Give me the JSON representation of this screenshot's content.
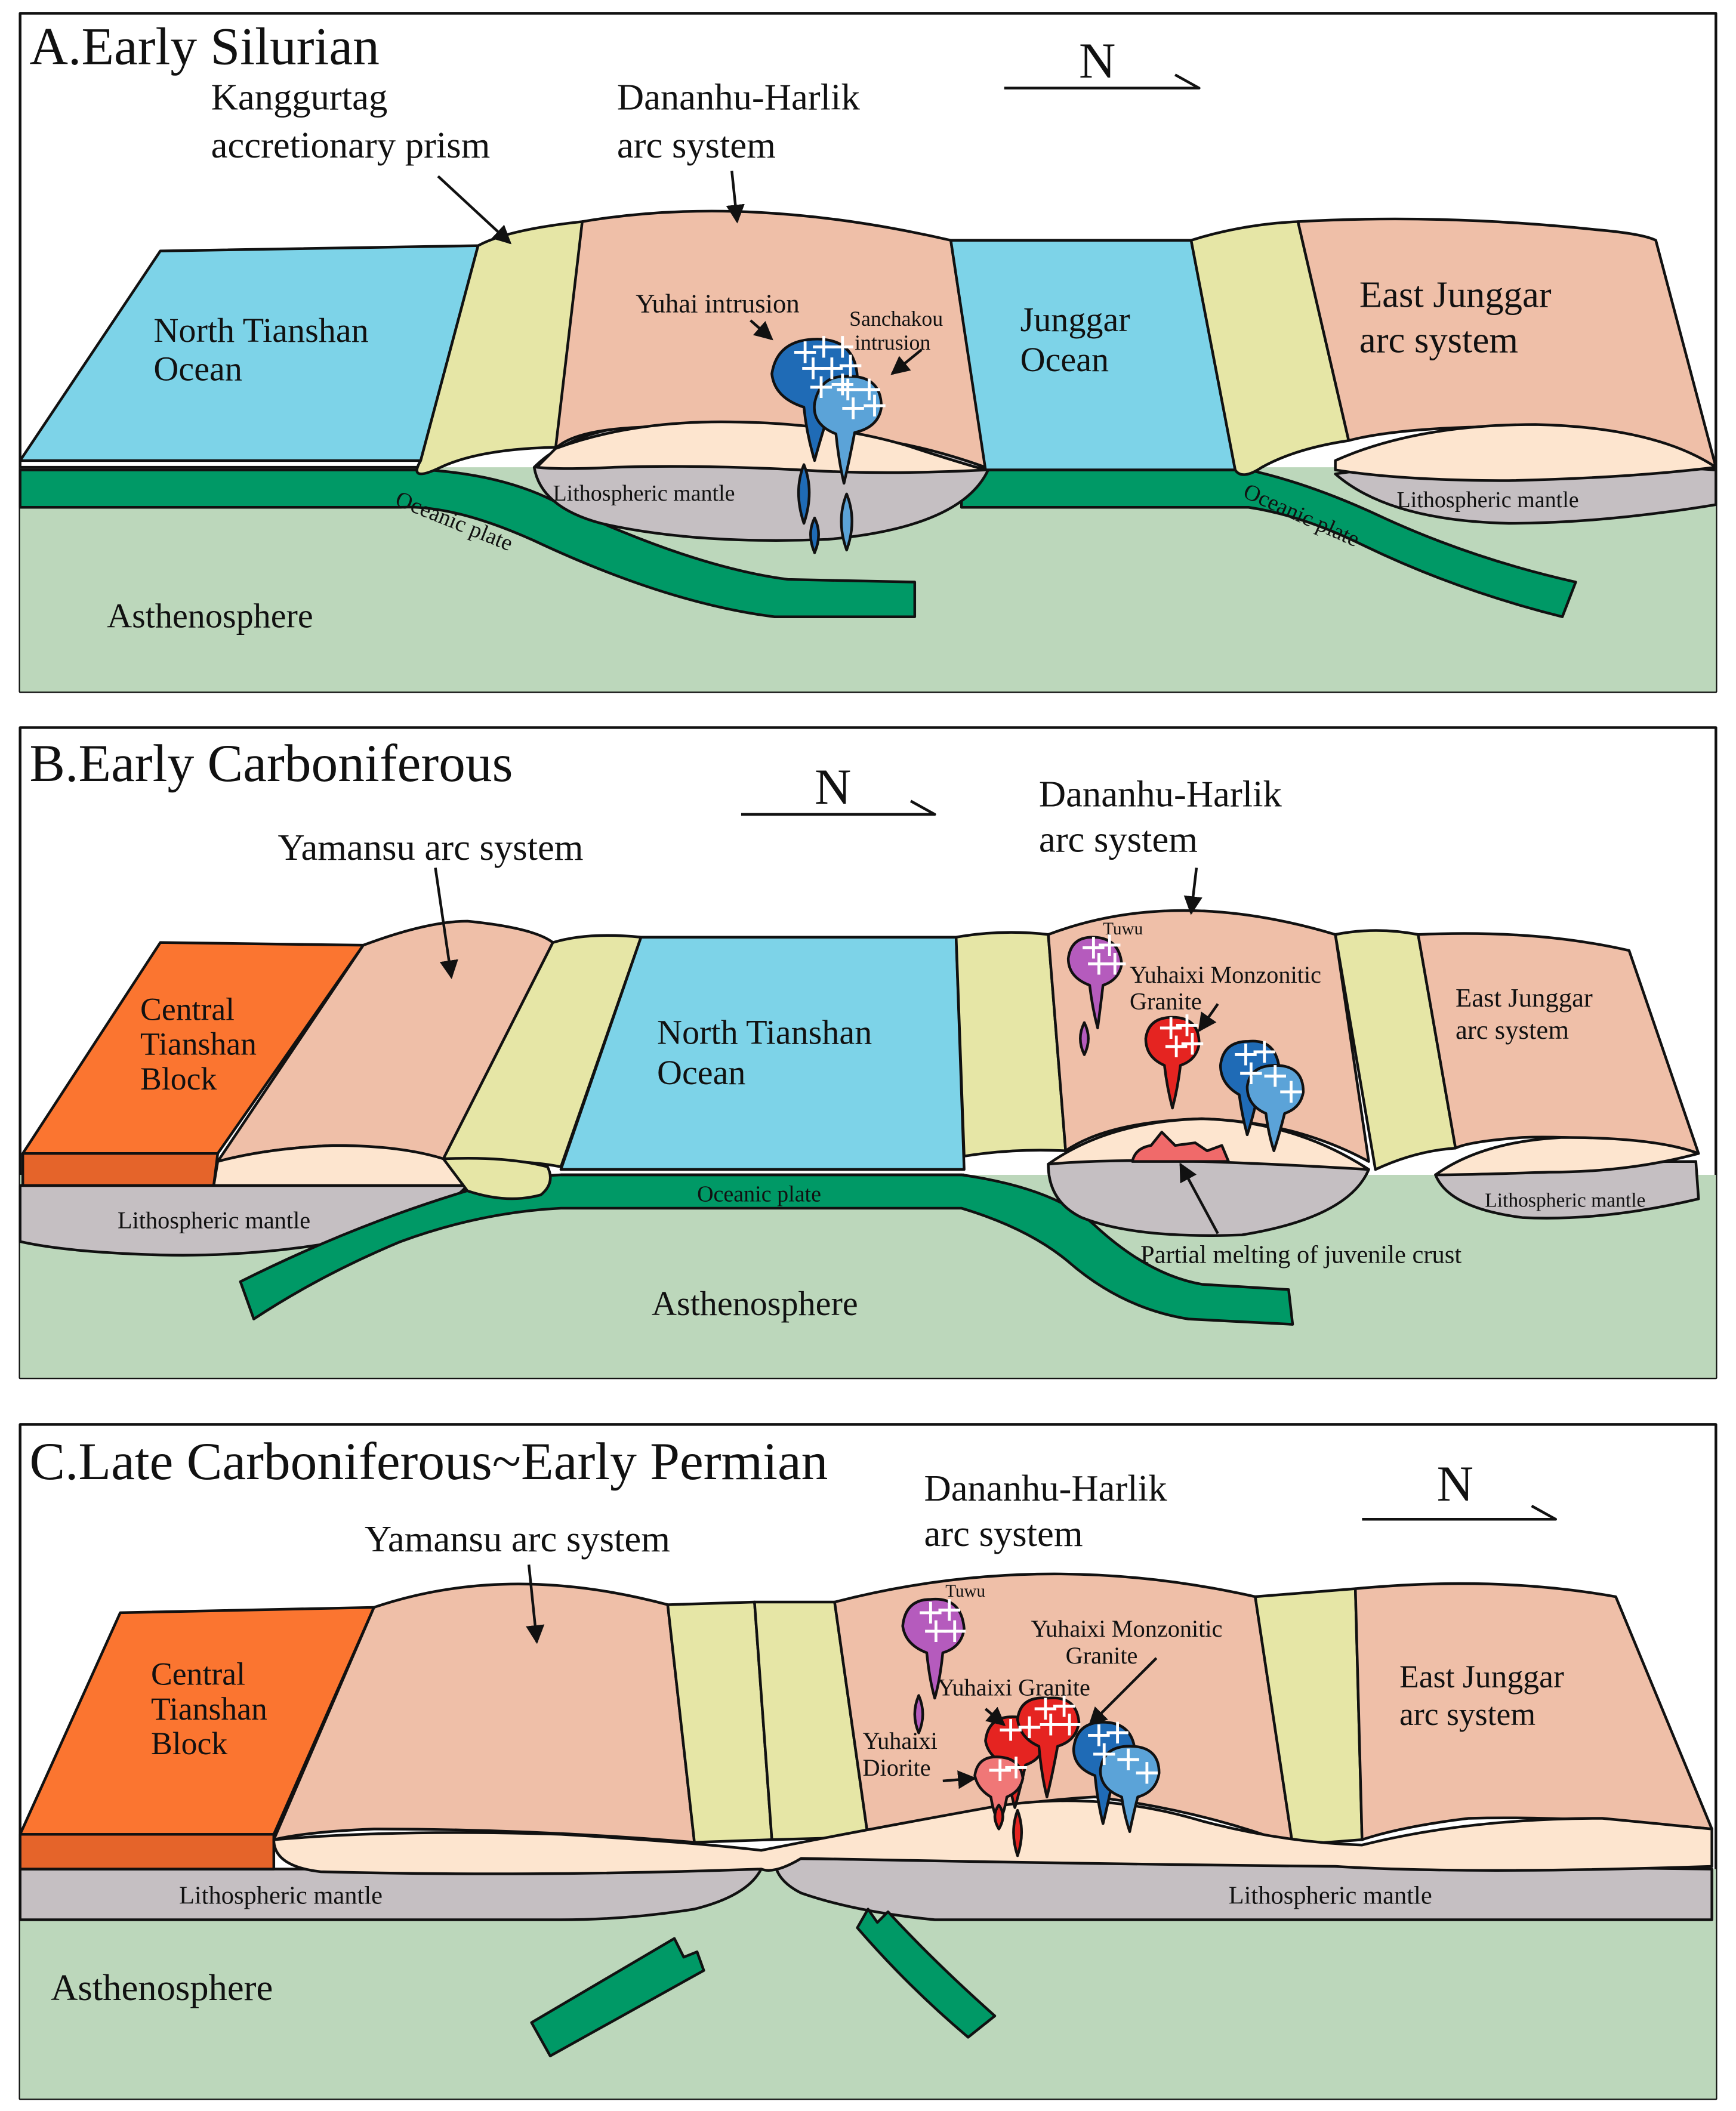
{
  "colors": {
    "ocean": "#7dd3e8",
    "arc": "#efbfa8",
    "prism": "#e6e6a6",
    "crust_lower": "#fde5cf",
    "lith_mantle": "#c5bfc2",
    "oceanic_plate": "#009966",
    "asthenosphere": "#bcd7bb",
    "block": "#fb7530",
    "block_side": "#e5642a",
    "pluton_dark_blue": "#1f6bb6",
    "pluton_light_blue": "#5ba3d8",
    "pluton_purple": "#b55bbd",
    "pluton_red": "#e52421",
    "pluton_pink": "#f07777",
    "melt": "#f06a6a",
    "outline": "#111111"
  },
  "panels": {
    "a": {
      "title": "A.Early Silurian",
      "north": "N",
      "labels": {
        "prism_1": "Kanggurtag",
        "prism_2": "accretionary prism",
        "arc_1": "Dananhu-Harlik",
        "arc_2": "arc system",
        "ocean_1": "North  Tianshan",
        "ocean_2": "Ocean",
        "yuhai": "Yuhai intrusion",
        "sanchakou_1": "Sanchakou",
        "sanchakou_2": "intrusion",
        "junggar_1": "Junggar",
        "junggar_2": "Ocean",
        "ej_1": "East Junggar",
        "ej_2": "arc system",
        "lith_1": "Lithospheric mantle",
        "lith_2": "Lithospheric mantle",
        "plate_1": "Oceanic plate",
        "plate_2": "Oceanic plate",
        "astheno": "Asthenosphere"
      }
    },
    "b": {
      "title": "B.Early Carboniferous",
      "north": "N",
      "labels": {
        "yamansu": "Yamansu arc system",
        "arc_1": "Dananhu-Harlik",
        "arc_2": "arc system",
        "block_1": "Central",
        "block_2": "Tianshan",
        "block_3": "Block",
        "ocean_1": "North  Tianshan",
        "ocean_2": "Ocean",
        "tuwu": "Tuwu",
        "yuhaixi_mg_1": "Yuhaixi Monzonitic",
        "yuhaixi_mg_2": "Granite",
        "ej_1": "East Junggar",
        "ej_2": "arc system",
        "lith_1": "Lithospheric mantle",
        "lith_2": "Lithospheric mantle",
        "plate": "Oceanic plate",
        "melting": "Partial melting of juvenile crust",
        "astheno": "Asthenosphere"
      }
    },
    "c": {
      "title": "C.Late Carboniferous~Early Permian",
      "north": "N",
      "labels": {
        "arc_1": "Dananhu-Harlik",
        "arc_2": "arc system",
        "yamansu": "Yamansu arc system",
        "block_1": "Central",
        "block_2": "Tianshan",
        "block_3": "Block",
        "tuwu": "Tuwu",
        "yuhaixi_mg_1": "Yuhaixi Monzonitic",
        "yuhaixi_mg_2": "Granite",
        "yuhaixi_granite": "Yuhaixi Granite",
        "yuhaixi_diorite_1": "Yuhaixi",
        "yuhaixi_diorite_2": "Diorite",
        "ej_1": "East Junggar",
        "ej_2": "arc system",
        "lith_1": "Lithospheric mantle",
        "lith_2": "Lithospheric mantle",
        "astheno": "Asthenosphere"
      }
    }
  }
}
